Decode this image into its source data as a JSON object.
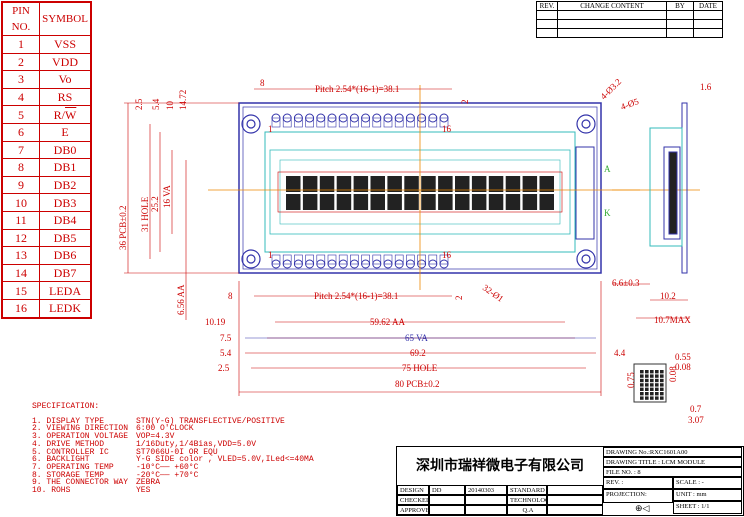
{
  "pin_table": {
    "headers": [
      "PIN NO.",
      "SYMBOL"
    ],
    "rows": [
      [
        "1",
        "VSS"
      ],
      [
        "2",
        "VDD"
      ],
      [
        "3",
        "Vo"
      ],
      [
        "4",
        "RS"
      ],
      [
        "5",
        "R/W"
      ],
      [
        "6",
        "E"
      ],
      [
        "7",
        "DB0"
      ],
      [
        "8",
        "DB1"
      ],
      [
        "9",
        "DB2"
      ],
      [
        "10",
        "DB3"
      ],
      [
        "11",
        "DB4"
      ],
      [
        "12",
        "DB5"
      ],
      [
        "13",
        "DB6"
      ],
      [
        "14",
        "DB7"
      ],
      [
        "15",
        "LEDA"
      ],
      [
        "16",
        "LEDK"
      ]
    ]
  },
  "revision": {
    "headers": [
      "REV.",
      "CHANGE CONTENT",
      "BY",
      "DATE"
    ]
  },
  "dims": {
    "top_pitch": "Pitch 2.54*(16-1)=38.1",
    "bottom_pitch": "Pitch 2.54*(16-1)=38.1",
    "d8": "8",
    "d2_5": "2.5",
    "d5_4": "5.4",
    "d10": "10",
    "d14_72": "14.72",
    "d36": "36 PCB±0.2",
    "d31": "31 HOLE",
    "d25_2": "25.2",
    "d16va": "16 VA",
    "d6_56": "6.56 AA",
    "d4_3_2": "4-Ø3.2",
    "d4_5": "4-Ø5",
    "d1_6": "1.6",
    "d32_1": "32-Ø1",
    "d2": "2",
    "d10_19": "10.19",
    "d59_62": "59.62 AA",
    "d7_5": "7.5",
    "d65": "65 VA",
    "d5_4b": "5.4",
    "d69_2": "69.2",
    "d4_4": "4.4",
    "d2_5b": "2.5",
    "d75": "75 HOLE",
    "d80": "80 PCB±0.2",
    "d6_6": "6.6±0.3",
    "d10_2": "10.2",
    "d10_7": "10.7MAX",
    "d0_55": "0.55",
    "d0_08": "0.08",
    "d0_7": "0.7",
    "d3_07": "3.07",
    "d0_75": "0.75",
    "d0_08b": "0.08",
    "pin1": "1",
    "pin16": "16",
    "pin1b": "1",
    "pin16b": "16",
    "a": "A",
    "k": "K"
  },
  "spec": {
    "title": "SPECIFICATION:",
    "items": [
      [
        "1.  DISPLAY TYPE",
        "STN(Y-G) TRANSFLECTIVE/POSITIVE"
      ],
      [
        "2.  VIEWING DIRECTION",
        "6:00 O'CLOCK"
      ],
      [
        "3.  OPERATION VOLTAGE",
        "VOP=4.3V"
      ],
      [
        "4.  DRIVE METHOD",
        "1/16Duty,1/4Bias,VDD=5.0V"
      ],
      [
        "5.  CONTROLLER IC",
        "ST7066U-0I  OR EQU"
      ],
      [
        "6.  BACKLIGHT",
        "Y-G SIDE color , VLED=5.0V,ILed<=40MA"
      ],
      [
        "7.  OPERATING TEMP",
        "-10°C——  +60°C"
      ],
      [
        "8.  STORAGE TEMP",
        "-20°C——  +70°C"
      ],
      [
        "9.  THE CONNECTOR WAY",
        "ZEBRA"
      ],
      [
        "10. ROHS",
        "YES"
      ]
    ]
  },
  "title_block": {
    "company": "深圳市瑞祥微电子有限公司",
    "drawing_no": "DRAWING No.:RXC1601A00",
    "drawing_title": "DRAWING TITLE : LCM MODULE",
    "file_no": "FILE NO. : 8",
    "rev": "REV.  :",
    "scale": "SCALE : -",
    "projection": "PROJECTION:",
    "unit": "UNIT : mm",
    "sheet": "SHEET : 1/1",
    "design": "DESIGN",
    "design_by": "DD",
    "design_date": "20140303",
    "standard": "STANDARD",
    "checked": "CHECKED",
    "technology": "TECHNOLOGY",
    "approved": "APPROVED",
    "qa": "Q.A"
  }
}
